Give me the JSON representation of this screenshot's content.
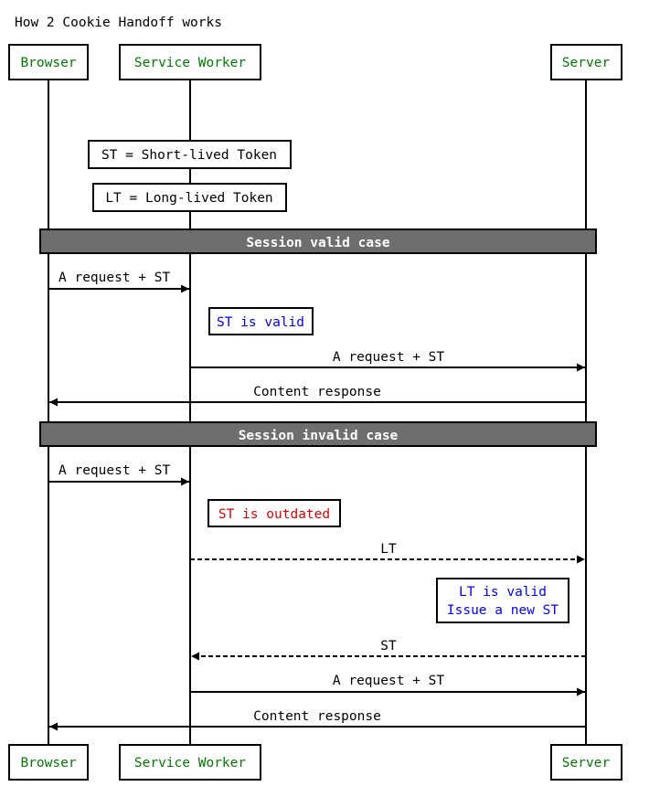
{
  "title": "How 2 Cookie Handoff works",
  "participants": [
    {
      "label": "Browser"
    },
    {
      "label": "Service Worker"
    },
    {
      "label": "Server"
    }
  ],
  "notes": {
    "st_def": "ST = Short-lived Token",
    "lt_def": "LT = Long-lived Token",
    "st_valid": "ST is valid",
    "st_outdated": "ST is outdated",
    "lt_valid_line1": "LT is valid",
    "lt_valid_line2": "Issue a new ST"
  },
  "sections": {
    "valid": "Session valid case",
    "invalid": "Session invalid case"
  },
  "messages": {
    "m1": "A request + ST",
    "m2": "A request + ST",
    "m3": "Content response",
    "m4": "A request + ST",
    "m5": "LT",
    "m6": "ST",
    "m7": "A request + ST",
    "m8": "Content response"
  },
  "colors": {
    "participant_text": "#007a00",
    "section_bar": "#6e6e6e",
    "note_blue": "#0000ff",
    "note_red": "#e00000"
  }
}
